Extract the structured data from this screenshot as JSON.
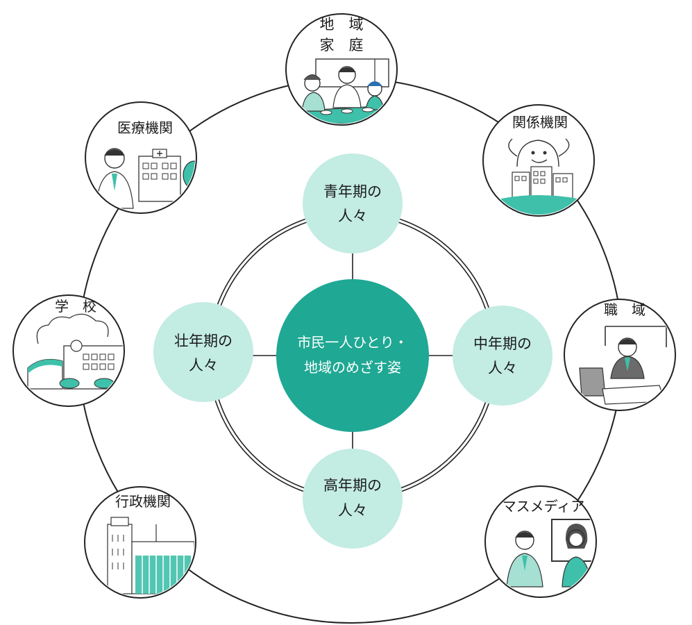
{
  "center": {
    "line1": "市民一人ひとり・",
    "line2": "地域のめざす姿"
  },
  "life_stages": [
    {
      "line1": "青年期の",
      "line2": "人々"
    },
    {
      "line1": "中年期の",
      "line2": "人々"
    },
    {
      "line1": "高年期の",
      "line2": "人々"
    },
    {
      "line1": "壮年期の",
      "line2": "人々"
    }
  ],
  "organizations": [
    {
      "label_line1": "地　域",
      "label_line2": "家　庭",
      "illustration": "family-dining-illustration"
    },
    {
      "label_line1": "関係機関",
      "label_line2": "",
      "illustration": "smiling-buildings-illustration"
    },
    {
      "label_line1": "職　域",
      "label_line2": "",
      "illustration": "office-worker-computer-illustration"
    },
    {
      "label_line1": "マスメディア",
      "label_line2": "",
      "illustration": "tv-presenters-illustration"
    },
    {
      "label_line1": "行政機関",
      "label_line2": "",
      "illustration": "government-building-illustration"
    },
    {
      "label_line1": "学　校",
      "label_line2": "",
      "illustration": "school-building-illustration"
    },
    {
      "label_line1": "医療機関",
      "label_line2": "",
      "illustration": "doctor-hospital-illustration"
    }
  ],
  "colors": {
    "center_fill": "#1fa894",
    "stage_fill": "#c3ece3",
    "accent": "#3fc0aa",
    "line": "#222222"
  }
}
